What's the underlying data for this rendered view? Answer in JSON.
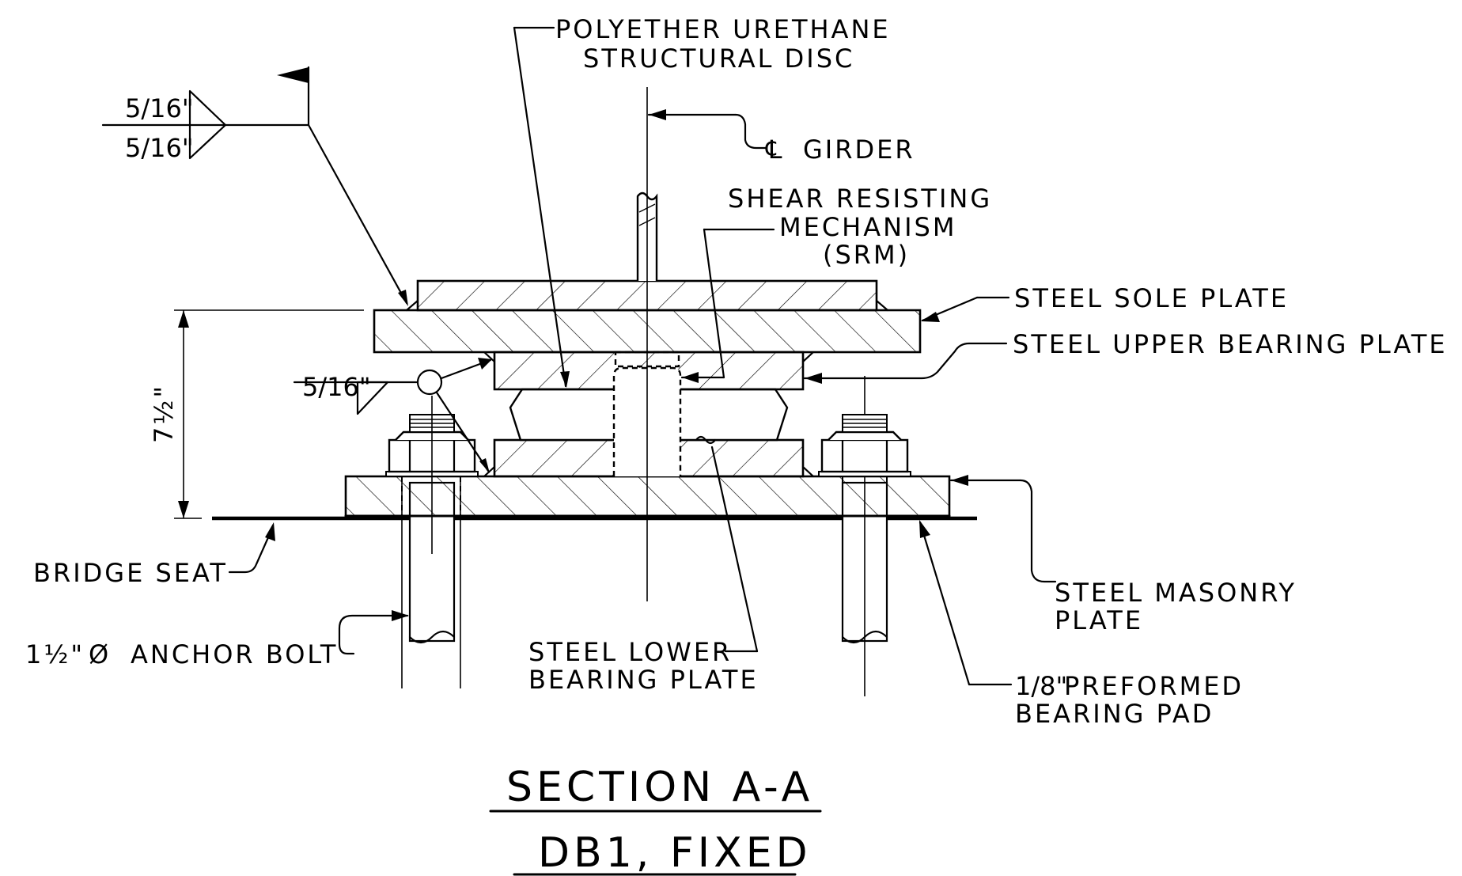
{
  "labels": {
    "disc_line1": "POLYETHER URETHANE",
    "disc_line2": "STRUCTURAL DISC",
    "girder": "GIRDER",
    "cl_symbol": "℄",
    "srm_line1": "SHEAR RESISTING",
    "srm_line2": "MECHANISM",
    "srm_line3": "(SRM)",
    "sole_plate": "STEEL SOLE PLATE",
    "upper_plate": "STEEL UPPER BEARING PLATE",
    "masonry_line1": "STEEL MASONRY",
    "masonry_line2": "PLATE",
    "pad_size": "1/8\"",
    "pad_line1": "PREFORMED",
    "pad_line2": "BEARING PAD",
    "lower_line1": "STEEL LOWER",
    "lower_line2": "BEARING PLATE",
    "bridge_seat": "BRIDGE SEAT",
    "anchor_size": "1½\"",
    "anchor_symbol": "Ø",
    "anchor_text": "ANCHOR BOLT",
    "height_dim": "7½\"",
    "weld_top": "5/16\"",
    "weld_bottom": "5/16\"",
    "weld_lower": "5/16\""
  },
  "title": {
    "line1": "SECTION A-A",
    "line2": "DB1, FIXED"
  }
}
